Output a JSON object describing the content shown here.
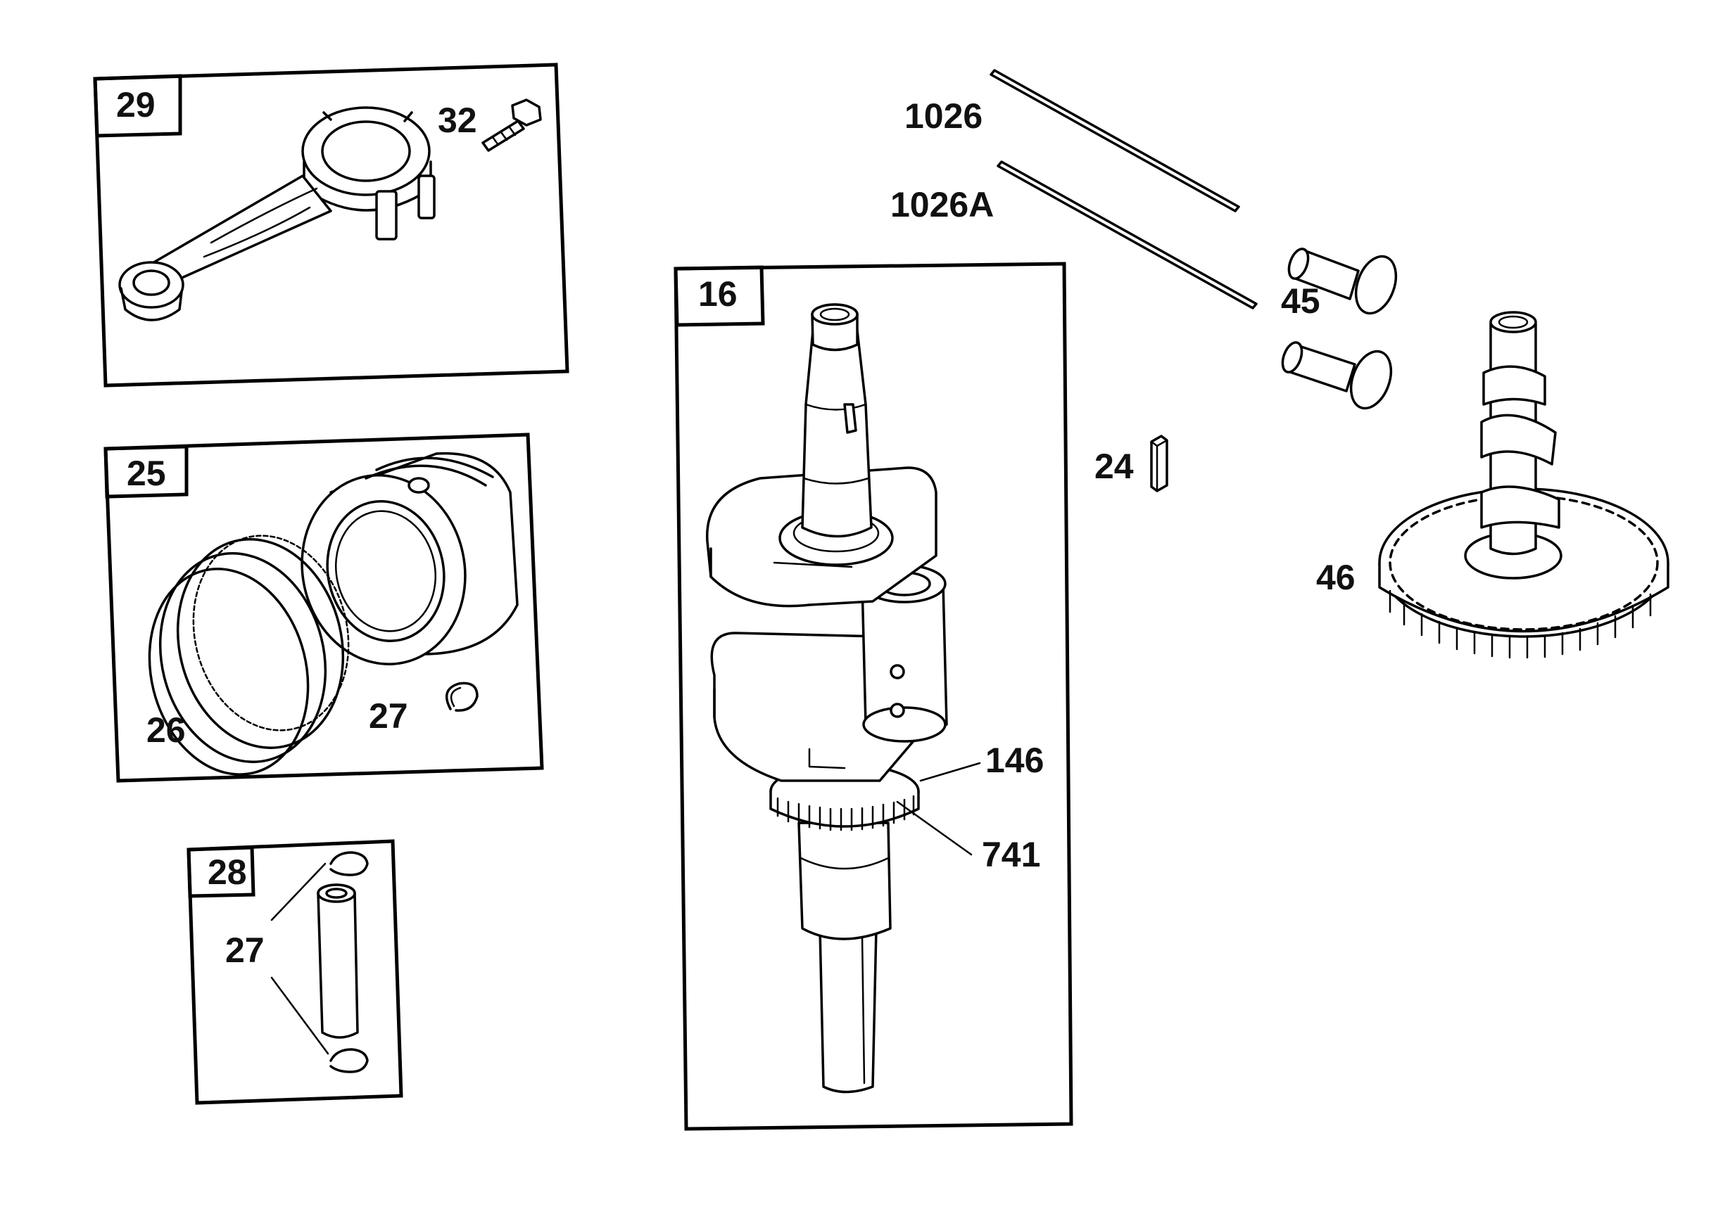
{
  "diagram": {
    "boxes": [
      {
        "id": "box-29",
        "label": "29"
      },
      {
        "id": "box-25",
        "label": "25"
      },
      {
        "id": "box-28",
        "label": "28"
      },
      {
        "id": "box-16",
        "label": "16"
      }
    ],
    "callouts": [
      {
        "id": "callout-32",
        "label": "32"
      },
      {
        "id": "callout-1026",
        "label": "1026"
      },
      {
        "id": "callout-1026a",
        "label": "1026A"
      },
      {
        "id": "callout-45",
        "label": "45"
      },
      {
        "id": "callout-24",
        "label": "24"
      },
      {
        "id": "callout-46",
        "label": "46"
      },
      {
        "id": "callout-26",
        "label": "26"
      },
      {
        "id": "callout-27-ring",
        "label": "27"
      },
      {
        "id": "callout-27-pin",
        "label": "27"
      },
      {
        "id": "callout-146",
        "label": "146"
      },
      {
        "id": "callout-741",
        "label": "741"
      }
    ]
  }
}
